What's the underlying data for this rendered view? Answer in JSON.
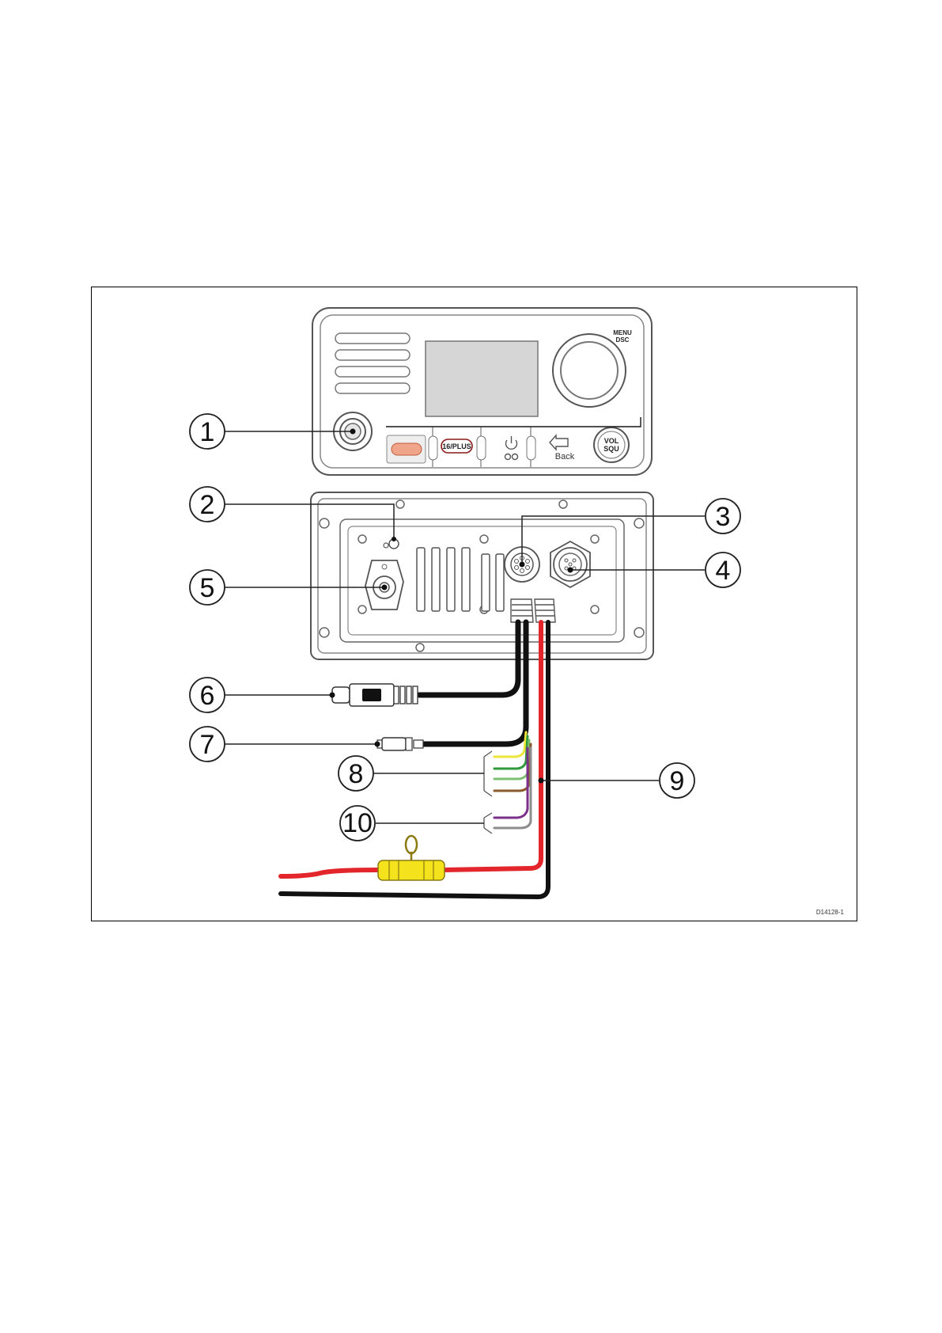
{
  "figure_id": "D14128-1",
  "front_panel": {
    "menu_label_1": "MENU",
    "menu_label_2": "DSC",
    "btn_16plus": "16/PLUS",
    "btn_back": "Back",
    "knob_label_1": "VOL",
    "knob_label_2": "SQU"
  },
  "callouts": [
    {
      "label": "1"
    },
    {
      "label": "2"
    },
    {
      "label": "3"
    },
    {
      "label": "4"
    },
    {
      "label": "5"
    },
    {
      "label": "6"
    },
    {
      "label": "7"
    },
    {
      "label": "8"
    },
    {
      "label": "9"
    },
    {
      "label": "10"
    }
  ],
  "colors": {
    "red_wire": "#e3262b",
    "black_wire": "#111111",
    "fuse_yellow": "#f4e21c",
    "yellow_wire": "#ede63a",
    "green_wire": "#2f9a3b",
    "brown_wire": "#8a5a2b",
    "purple_wire": "#7d2f8c",
    "grey_wire": "#8d8d8d",
    "red_button": "#f0a58a"
  }
}
